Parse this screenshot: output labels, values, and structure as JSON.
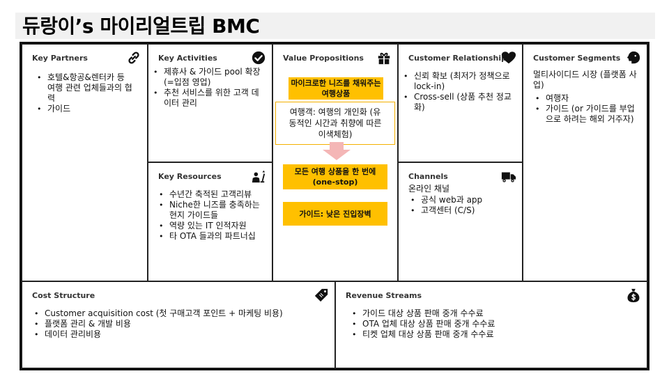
{
  "title": "듀랑이’s 마이리얼트립 BMC",
  "colors": {
    "highlight": "#ffc000",
    "arrow": "#f4b6b6",
    "border": "#222222"
  },
  "key_partners": {
    "heading": "Key Partners",
    "icon": "link-icon",
    "items": [
      "호텔&항공&렌터카 등 여행 관련 업체들과의 협력",
      "가이드"
    ]
  },
  "key_activities": {
    "heading": "Key Activities",
    "icon": "check-circle-icon",
    "items": [
      "제휴사 & 가이드 pool 확장 (=입점 영업)",
      "추천 서비스를 위한 고객 데이터 관리"
    ]
  },
  "key_resources": {
    "heading": "Key Resources",
    "icon": "worker-icon",
    "items": [
      "수년간 축적된 고객리뷰",
      "Niche한 니즈를 충족하는 현지 가이드들",
      "역량 있는 IT 인적자원",
      "타 OTA 들과의 파트너십"
    ]
  },
  "value_propositions": {
    "heading": "Value Propositions",
    "icon": "gift-icon",
    "box1": "마이크로한 니즈를 채워주는 여행상품",
    "box2": "여행객: 여행의 개인화 (유동적인 시간과 취향에 따른 이색체험)",
    "box3": "모든 여행 상품을 한 번에 (one-stop)",
    "box4": "가이드: 낮은 진입장벽"
  },
  "customer_relationships": {
    "heading": "Customer Relationships",
    "icon": "heart-icon",
    "items": [
      "신뢰 확보 (최저가 정책으로 lock-in)",
      "Cross-sell (상품 추천 정교화)"
    ]
  },
  "channels": {
    "heading": "Channels",
    "icon": "truck-icon",
    "intro": "온라인 채널",
    "items": [
      "공식 web과 app",
      "고객센터 (C/S)"
    ]
  },
  "customer_segments": {
    "heading": "Customer Segments",
    "icon": "face-icon",
    "intro": "멀티사이디드 시장 (플랫폼 사업)",
    "items": [
      "여행자",
      "가이드 (or 가이드를 부업으로 하려는 해외 거주자)"
    ]
  },
  "cost_structure": {
    "heading": "Cost Structure",
    "icon": "tag-icon",
    "items": [
      "Customer acquisition  cost (첫 구매고객 포인트 + 마케팅 비용)",
      "플랫폼 관리 & 개발 비용",
      "데이터 관리비용"
    ]
  },
  "revenue_streams": {
    "heading": "Revenue Streams",
    "icon": "money-bag-icon",
    "items": [
      "가이드 대상 상품 판매 중개 수수료",
      "OTA 업체 대상 상품 판매 중개 수수료",
      "티켓 업체 대상 상품 판매 중개 수수료"
    ]
  }
}
